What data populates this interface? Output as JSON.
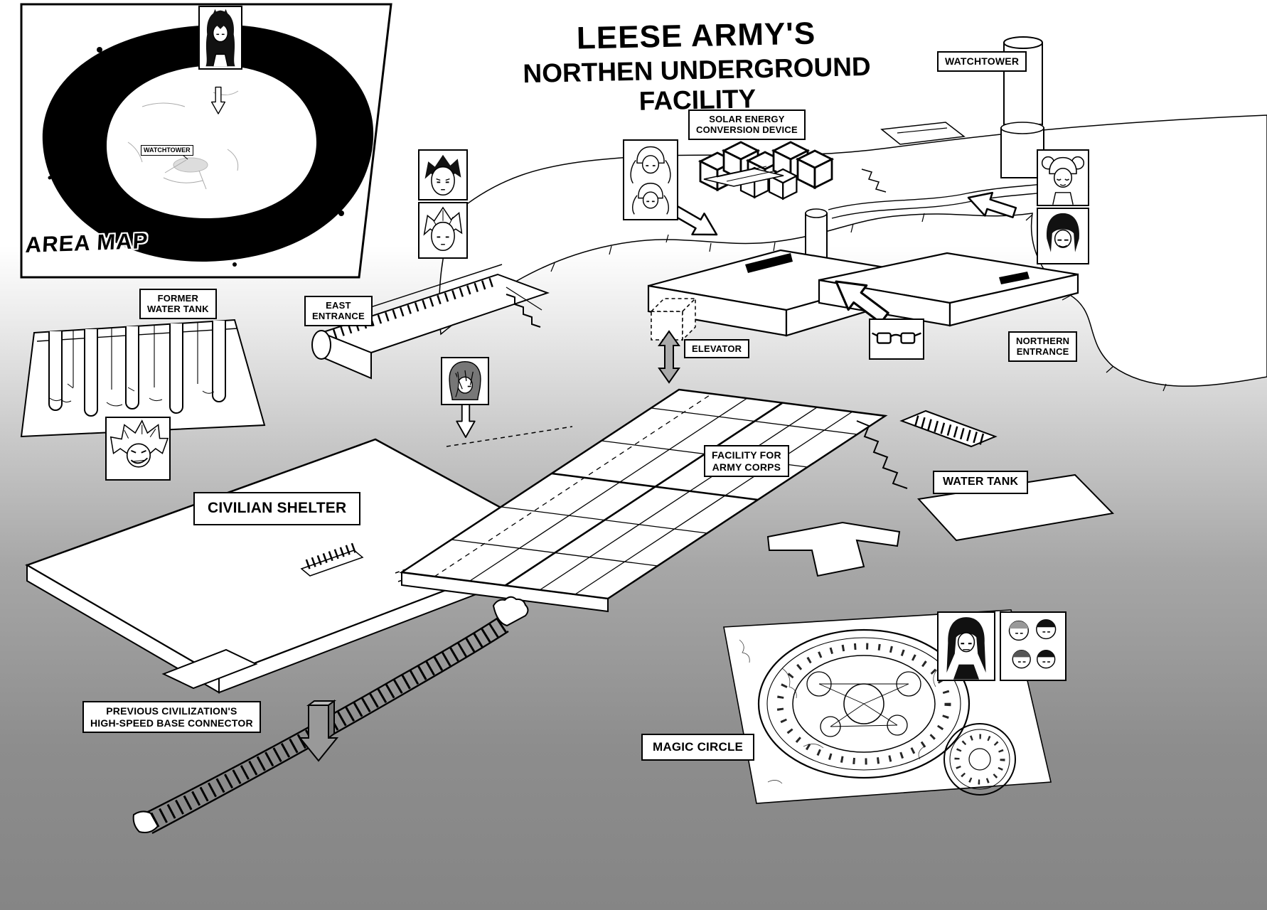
{
  "title": {
    "line1": "LEESE ARMY'S",
    "line2": "NORTHEN UNDERGROUND FACILITY"
  },
  "area_map": {
    "label": "AREA MAP",
    "watchtower": "WATCHTOWER"
  },
  "labels": {
    "watchtower": "WATCHTOWER",
    "solar_energy": "SOLAR ENERGY\nCONVERSION DEVICE",
    "former_water_tank": "FORMER\nWATER TANK",
    "east_entrance": "EAST\nENTRANCE",
    "elevator": "ELEVATOR",
    "northern_entrance": "NORTHERN\nENTRANCE",
    "facility_army_corps": "FACILITY FOR\nARMY CORPS",
    "water_tank": "WATER TANK",
    "civilian_shelter": "CIVILIAN SHELTER",
    "magic_circle": "MAGIC CIRCLE",
    "base_connector": "PREVIOUS CIVILIZATION'S\nHIGH-SPEED BASE CONNECTOR"
  },
  "icons": {
    "glasses": "glasses-icon",
    "elevator_arrow": "up-down-arrow-icon",
    "connector_arrow": "down-arrow-icon",
    "pointer_arrows": "block-arrow-icon"
  },
  "colors": {
    "ink": "#000000",
    "paper": "#ffffff",
    "ground_gray": "#8d8d8d"
  }
}
